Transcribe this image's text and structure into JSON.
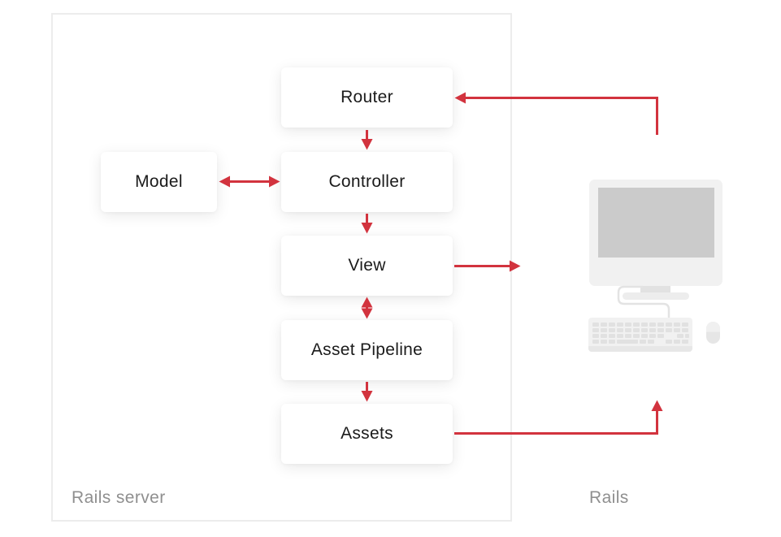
{
  "page": {
    "background_color": "#ffffff",
    "accent_color": "#d2333e",
    "boundary_border_color": "#ececec"
  },
  "diagram": {
    "server_group_label": "Rails server",
    "client_label": "Rails",
    "computer_icon": "desktop-computer",
    "nodes": {
      "router": {
        "label": "Router"
      },
      "model": {
        "label": "Model"
      },
      "controller": {
        "label": "Controller"
      },
      "view": {
        "label": "View"
      },
      "asset_pipeline": {
        "label": "Asset Pipeline"
      },
      "assets": {
        "label": "Assets"
      }
    },
    "edges": [
      {
        "from": "client",
        "to": "router",
        "style": "one-way"
      },
      {
        "from": "router",
        "to": "controller",
        "style": "one-way"
      },
      {
        "from": "model",
        "to": "controller",
        "style": "two-way"
      },
      {
        "from": "controller",
        "to": "view",
        "style": "one-way"
      },
      {
        "from": "view",
        "to": "asset_pipeline",
        "style": "two-way"
      },
      {
        "from": "view",
        "to": "client",
        "style": "one-way"
      },
      {
        "from": "asset_pipeline",
        "to": "assets",
        "style": "one-way"
      },
      {
        "from": "assets",
        "to": "client",
        "style": "one-way"
      }
    ]
  }
}
